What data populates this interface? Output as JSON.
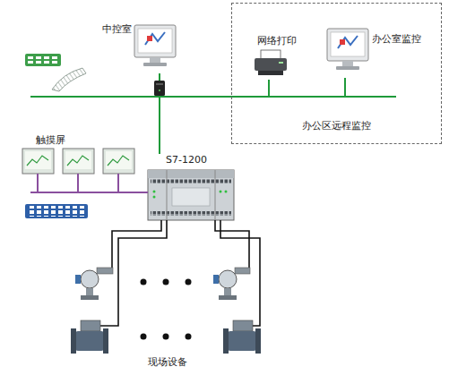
{
  "diagram": {
    "nodes": [
      {
        "text": [
          "办公区远程监控"
        ]
      },
      {
        "text": [
          "中控室"
        ]
      },
      {
        "text": [
          "网络打印"
        ],
        "in": 0
      },
      {
        "text": [
          "办公室监控"
        ],
        "in": 0
      },
      {
        "text": [
          "触摸屏"
        ]
      },
      {
        "text": [
          "S7-1200"
        ]
      }
    ],
    "edges": [
      {
        "from": 1,
        "to": 5,
        "arrow": "none"
      },
      {
        "from": 1,
        "to": 2,
        "arrow": "none"
      },
      {
        "from": 1,
        "to": 3,
        "arrow": "none"
      },
      {
        "from": 4,
        "to": 5,
        "arrow": "none"
      }
    ],
    "labels": [
      "现场设备"
    ]
  }
}
